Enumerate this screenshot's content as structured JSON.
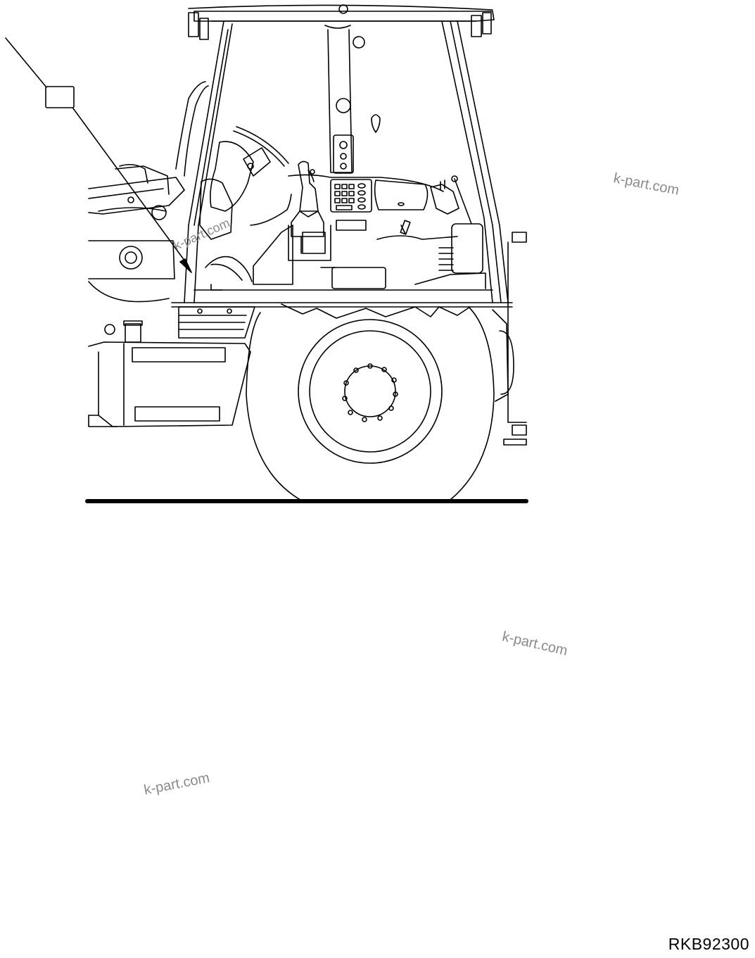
{
  "figure": {
    "code": "RKB92300",
    "callout_label": ""
  },
  "watermarks": [
    "k-part.com",
    "k-part.com",
    "k-part.com",
    "k-part.com"
  ],
  "colors": {
    "line": "#000000",
    "background": "#ffffff",
    "watermark": "#8a8a8a"
  }
}
